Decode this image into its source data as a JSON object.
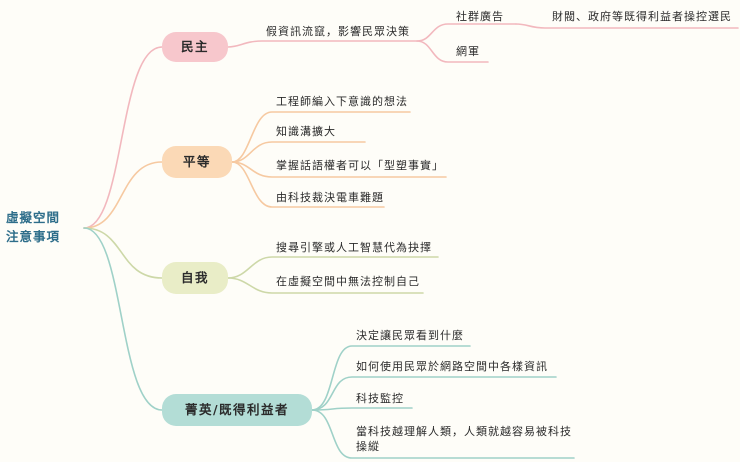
{
  "root": {
    "line1": "虛擬空間",
    "line2": "注意事項"
  },
  "branches": [
    {
      "label": "民主",
      "color": "#f7c7cc",
      "items": [
        {
          "label": "假資訊流竄，影響民眾決策",
          "children": [
            {
              "label": "社群廣告",
              "children": [
                {
                  "label": "財閥、政府等既得利益者操控選民"
                }
              ]
            },
            {
              "label": "網軍"
            }
          ]
        }
      ]
    },
    {
      "label": "平等",
      "color": "#fbd9b6",
      "items": [
        {
          "label": "工程師編入下意識的想法"
        },
        {
          "label": "知識溝擴大"
        },
        {
          "label": "掌握話語權者可以「型塑事實」"
        },
        {
          "label": "由科技裁決電車難題"
        }
      ]
    },
    {
      "label": "自我",
      "color": "#e9edc7",
      "items": [
        {
          "label": "搜尋引擎或人工智慧代為抉擇"
        },
        {
          "label": "在虛擬空間中無法控制自己"
        }
      ]
    },
    {
      "label": "菁英/既得利益者",
      "color": "#b3ddd6",
      "items": [
        {
          "label": "決定讓民眾看到什麼"
        },
        {
          "label": "如何使用民眾於網路空間中各樣資訊"
        },
        {
          "label": "科技監控"
        },
        {
          "label": "當科技越理解人類，人類就越容易被科技操縱"
        }
      ]
    }
  ]
}
